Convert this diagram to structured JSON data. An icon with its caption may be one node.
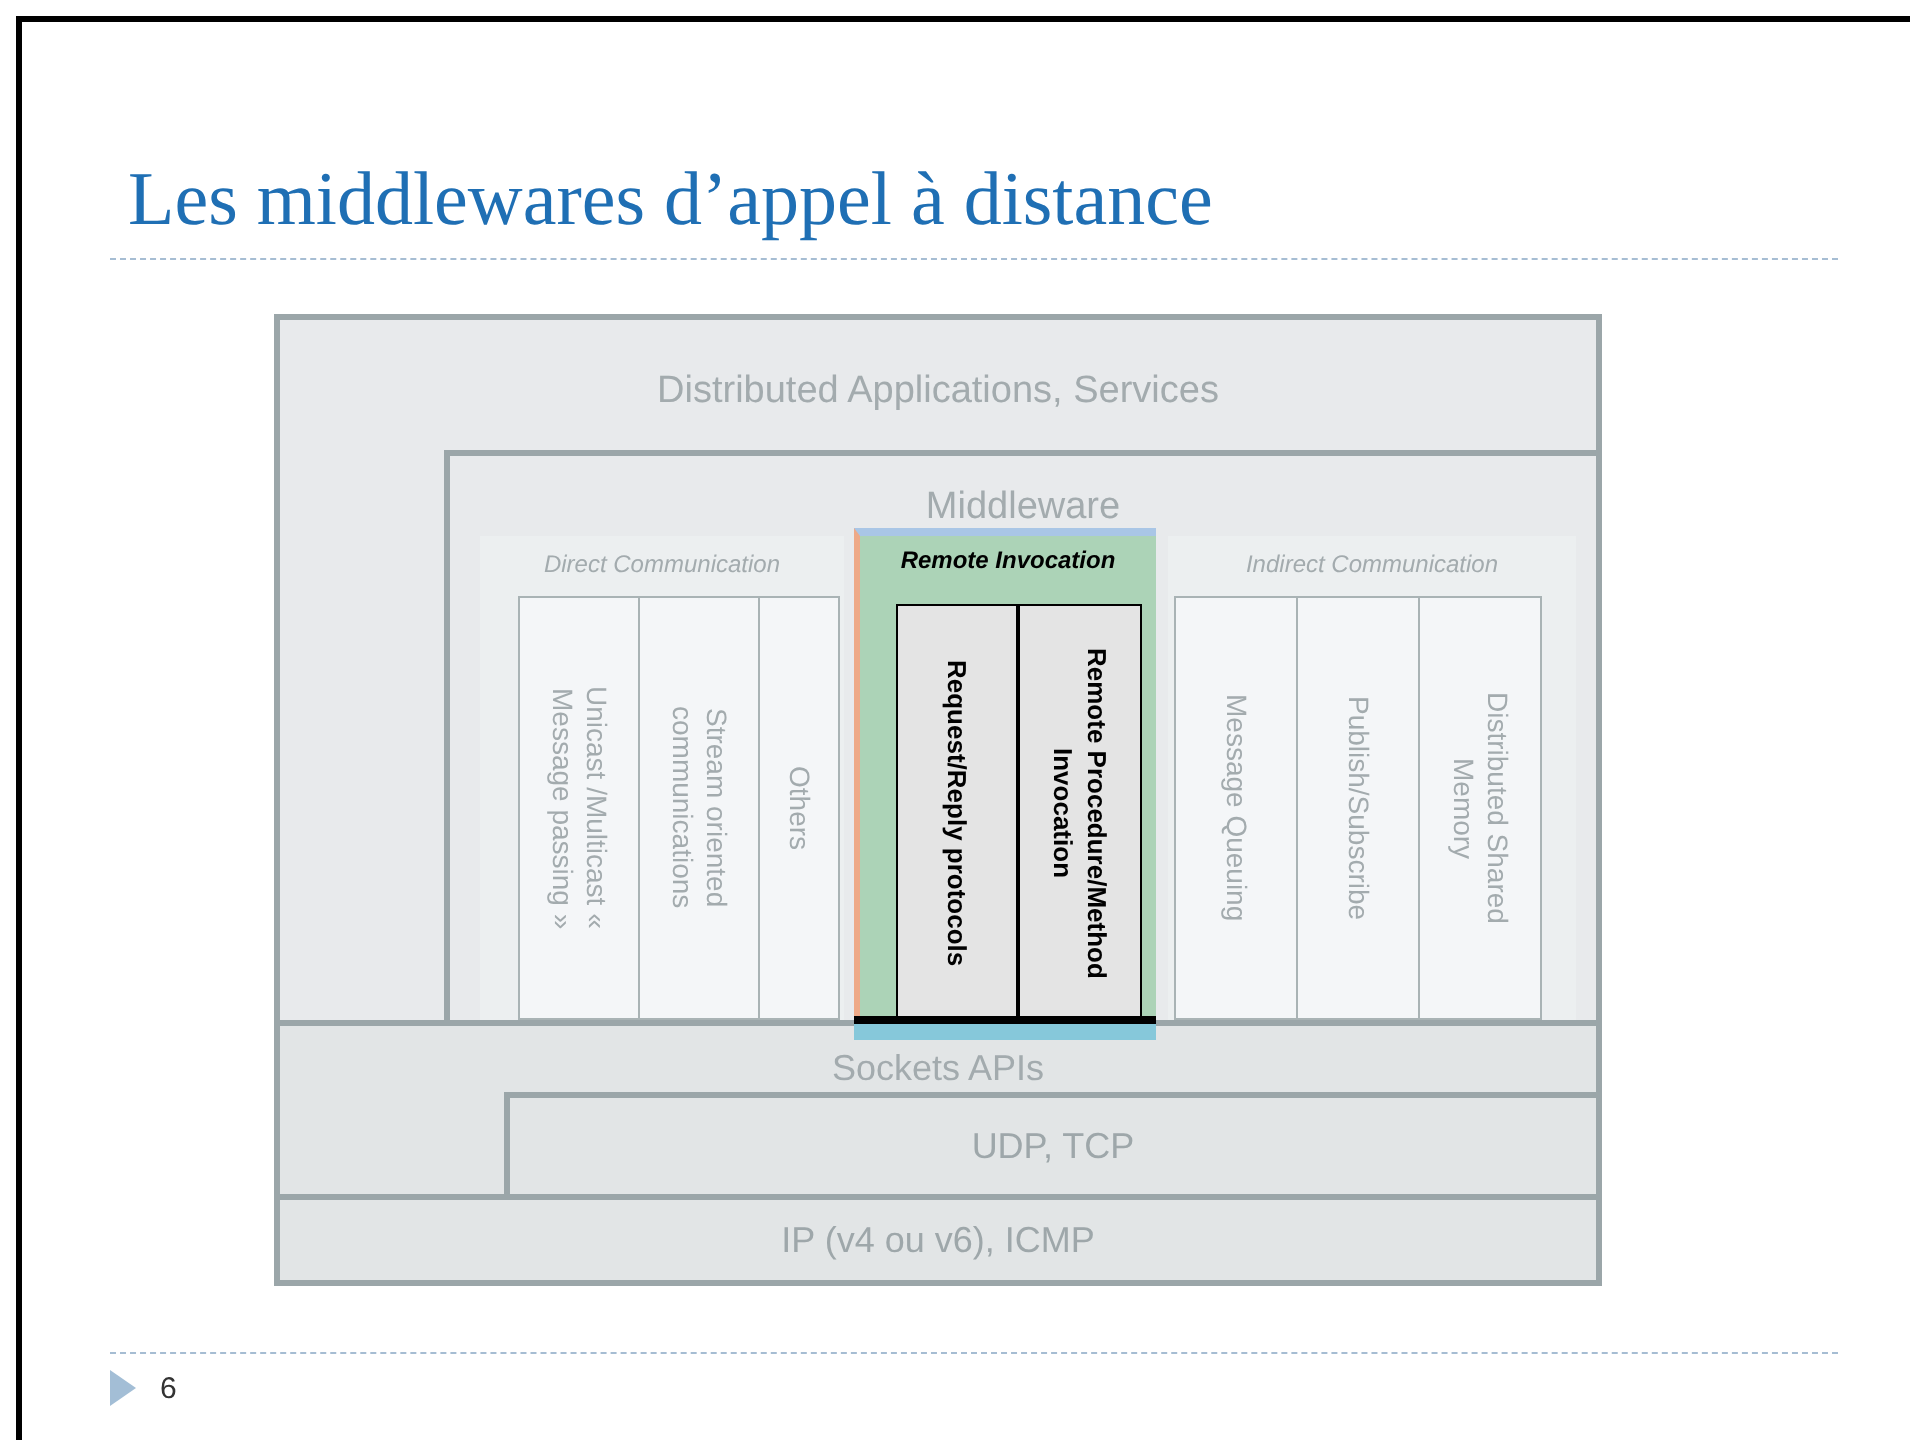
{
  "diagram": {
    "title": "Les middlewares d’appel à distance",
    "nodes": [
      {
        "text": [
          "Distributed Applications, Services"
        ]
      },
      {
        "text": [
          "Middleware"
        ],
        "in": 0
      },
      {
        "text": [
          "Direct Communication"
        ],
        "in": 1
      },
      {
        "text": [
          "Unicast /Multicast « Message passing »"
        ],
        "in": 2
      },
      {
        "text": [
          "Stream oriented communications"
        ],
        "in": 2
      },
      {
        "text": [
          "Others"
        ],
        "in": 2
      },
      {
        "text": [
          "Remote Invocation"
        ],
        "in": 1
      },
      {
        "text": [
          "Request/Reply protocols"
        ],
        "in": 6
      },
      {
        "text": [
          "Remote Procedure/Method Invocation"
        ],
        "in": 6
      },
      {
        "text": [
          "Indirect Communication"
        ],
        "in": 1
      },
      {
        "text": [
          "Message Queuing"
        ],
        "in": 9
      },
      {
        "text": [
          "Publish/Subscribe"
        ],
        "in": 9
      },
      {
        "text": [
          "Distributed Shared Memory"
        ],
        "in": 9
      },
      {
        "text": [
          "Sockets APIs"
        ]
      },
      {
        "text": [
          "UDP, TCP"
        ],
        "in": 13
      },
      {
        "text": [
          "IP (v4 ou v6), ICMP"
        ]
      }
    ],
    "labels": [
      "6"
    ]
  }
}
